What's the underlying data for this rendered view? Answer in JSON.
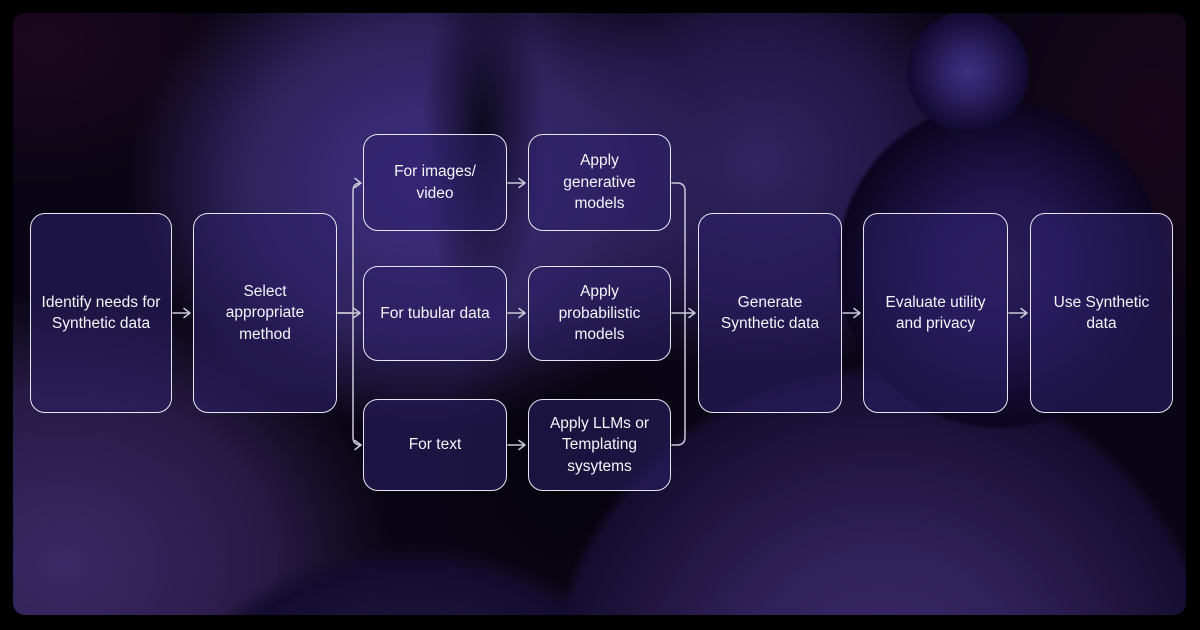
{
  "theme": {
    "frame_color": "#000000",
    "background_base": "#0a0514",
    "sphere_purple": "#43318a",
    "box_fill": "rgba(44,33,104,0.55)",
    "box_border": "#e6e6f0",
    "connector_color": "#c9cad8",
    "text_color": "#f5f4fa"
  },
  "flow": {
    "nodes": [
      {
        "id": "identify-needs",
        "label": "Identify needs for\nSynthetic data"
      },
      {
        "id": "select-method",
        "label": "Select\nappropriate\nmethod"
      },
      {
        "id": "for-images-video",
        "label": "For images/\nvideo"
      },
      {
        "id": "apply-generative-models",
        "label": "Apply\ngenerative\nmodels"
      },
      {
        "id": "for-tubular-data",
        "label": "For tubular data"
      },
      {
        "id": "apply-probabilistic-models",
        "label": "Apply\nprobabilistic\nmodels"
      },
      {
        "id": "for-text",
        "label": "For text"
      },
      {
        "id": "apply-llms-templating",
        "label": "Apply LLMs or\nTemplating\nsysytems"
      },
      {
        "id": "generate-synthetic-data",
        "label": "Generate\nSynthetic data"
      },
      {
        "id": "evaluate-utility-privacy",
        "label": "Evaluate utility\nand privacy"
      },
      {
        "id": "use-synthetic-data",
        "label": "Use Synthetic\ndata"
      }
    ],
    "edges": [
      {
        "from": "identify-needs",
        "to": "select-method"
      },
      {
        "from": "select-method",
        "to": "for-images-video"
      },
      {
        "from": "select-method",
        "to": "for-tubular-data"
      },
      {
        "from": "select-method",
        "to": "for-text"
      },
      {
        "from": "for-images-video",
        "to": "apply-generative-models"
      },
      {
        "from": "for-tubular-data",
        "to": "apply-probabilistic-models"
      },
      {
        "from": "for-text",
        "to": "apply-llms-templating"
      },
      {
        "from": "apply-generative-models",
        "to": "generate-synthetic-data"
      },
      {
        "from": "apply-probabilistic-models",
        "to": "generate-synthetic-data"
      },
      {
        "from": "apply-llms-templating",
        "to": "generate-synthetic-data"
      },
      {
        "from": "generate-synthetic-data",
        "to": "evaluate-utility-privacy"
      },
      {
        "from": "evaluate-utility-privacy",
        "to": "use-synthetic-data"
      }
    ]
  }
}
